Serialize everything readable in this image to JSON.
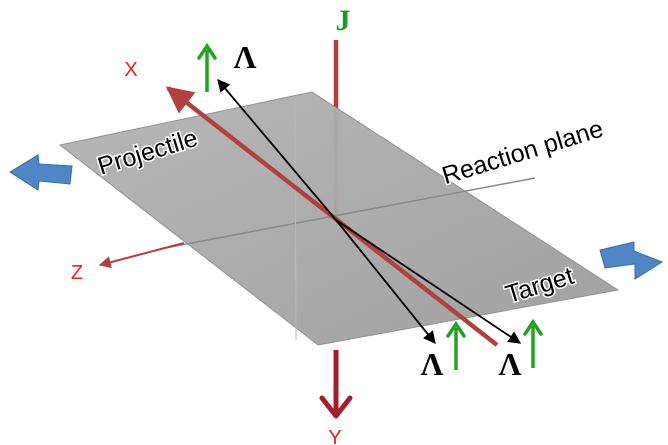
{
  "labels": {
    "j_axis": "J",
    "x_axis": "X",
    "y_axis": "Y",
    "z_axis": "Z",
    "projectile": "Projectile",
    "target": "Target",
    "reaction_plane": "Reaction plane",
    "lambda_top": "Λ",
    "lambda_bottom_left": "Λ",
    "lambda_bottom_right": "Λ"
  },
  "colors": {
    "plane_fill": "#a9a9a9",
    "axis_red": "#b0413e",
    "axis_dark_red": "#a31d2a",
    "label_red": "#e8231f",
    "j_green": "#1f9a1f",
    "spin_green": "#21a321",
    "beam_blue": "#4e86c6",
    "lambda_black": "#000000"
  },
  "icons": {
    "left_beam": "blue-arrow-left-icon",
    "right_beam": "blue-arrow-right-icon",
    "spin_arrows": "green-up-arrow-icon"
  }
}
